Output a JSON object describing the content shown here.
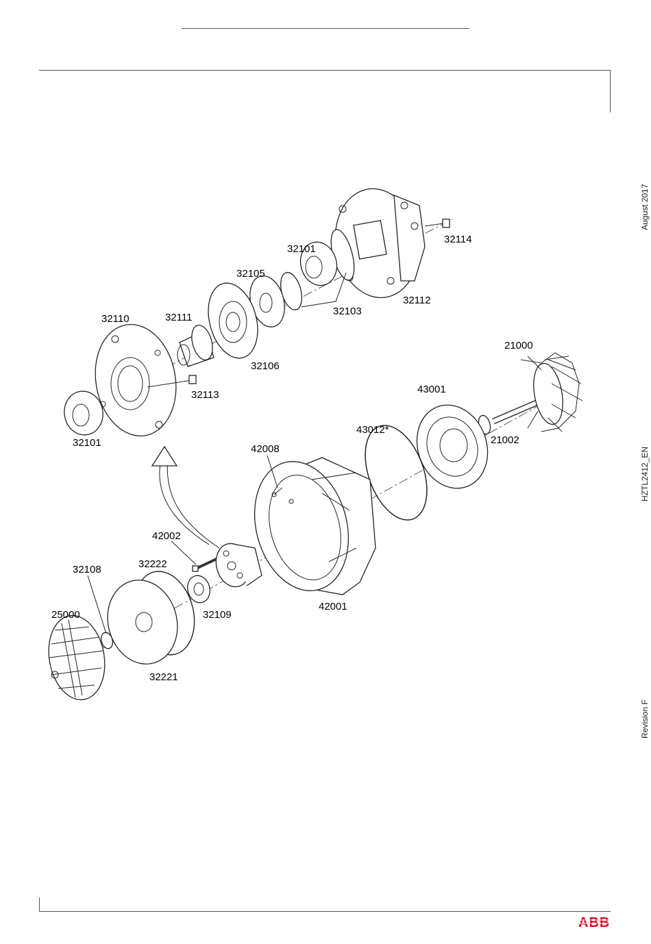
{
  "sidebar_text": {
    "date": "August 2017",
    "document_id": "HZTL2412_EN",
    "revision": "Revision F"
  },
  "brand": {
    "logo_text": "ABB",
    "color": "#e2001a"
  },
  "part_labels": {
    "p32114": "32114",
    "p32101_top": "32101",
    "p32105": "32105",
    "p32112": "32112",
    "p32103": "32103",
    "p32110": "32110",
    "p32111": "32111",
    "p32106": "32106",
    "p32113": "32113",
    "p32101_left": "32101",
    "p21000": "21000",
    "p43001": "43001",
    "p43012": "43012*",
    "p21002": "21002",
    "p42008": "42008",
    "p42002": "42002",
    "p32222": "32222",
    "p32108": "32108",
    "p25000": "25000",
    "p32109": "32109",
    "p42001": "42001",
    "p32221": "32221"
  }
}
